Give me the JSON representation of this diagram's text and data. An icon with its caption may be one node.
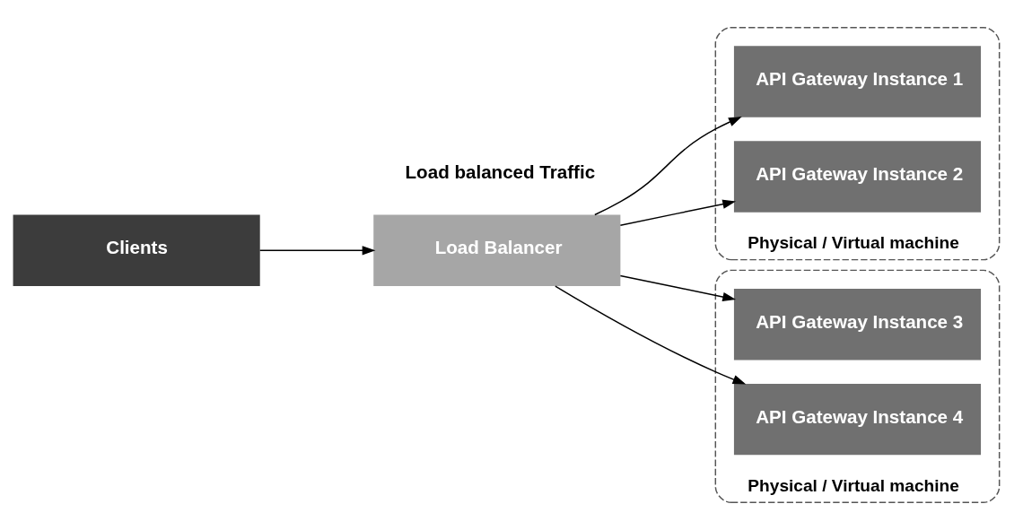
{
  "diagram": {
    "nodes": [
      {
        "text": [
          "Clients"
        ]
      },
      {
        "text": [
          "Load Balancer"
        ]
      },
      {
        "text": [
          "Physical / Virtual machine"
        ]
      },
      {
        "text": [
          "API Gateway Instance 1"
        ],
        "in": 2
      },
      {
        "text": [
          "API Gateway Instance 2"
        ],
        "in": 2
      },
      {
        "text": [
          "Physical / Virtual machine"
        ]
      },
      {
        "text": [
          "API Gateway Instance 3"
        ],
        "in": 5
      },
      {
        "text": [
          "API Gateway Instance 4"
        ],
        "in": 5
      }
    ],
    "edges": [
      {
        "from": 0,
        "to": 1,
        "arrow": "to"
      },
      {
        "from": 1,
        "to": 3,
        "arrow": "to"
      },
      {
        "from": 1,
        "to": 4,
        "arrow": "to"
      },
      {
        "from": 1,
        "to": 6,
        "arrow": "to"
      },
      {
        "from": 1,
        "to": 7,
        "arrow": "to"
      }
    ],
    "labels": [
      "Load balanced Traffic"
    ]
  }
}
